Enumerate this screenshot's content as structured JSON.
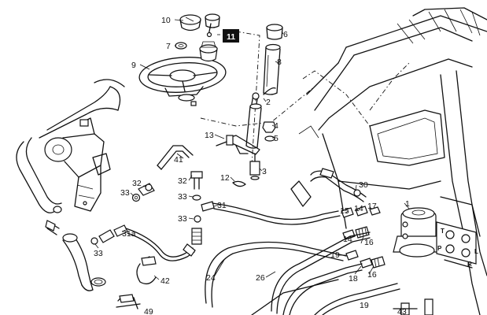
{
  "diagram": {
    "highlight_label": "11",
    "callouts": [
      "10",
      "7",
      "9",
      "6",
      "8",
      "2",
      "4",
      "5",
      "13",
      "41",
      "3",
      "12",
      "32",
      "33",
      "30",
      "1",
      "31",
      "31a",
      "15",
      "14",
      "17",
      "14",
      "16",
      "19",
      "18",
      "16",
      "33",
      "42",
      "24",
      "26",
      "49",
      "19",
      "43"
    ],
    "port_letters": [
      "T",
      "P",
      "L",
      "R"
    ]
  }
}
